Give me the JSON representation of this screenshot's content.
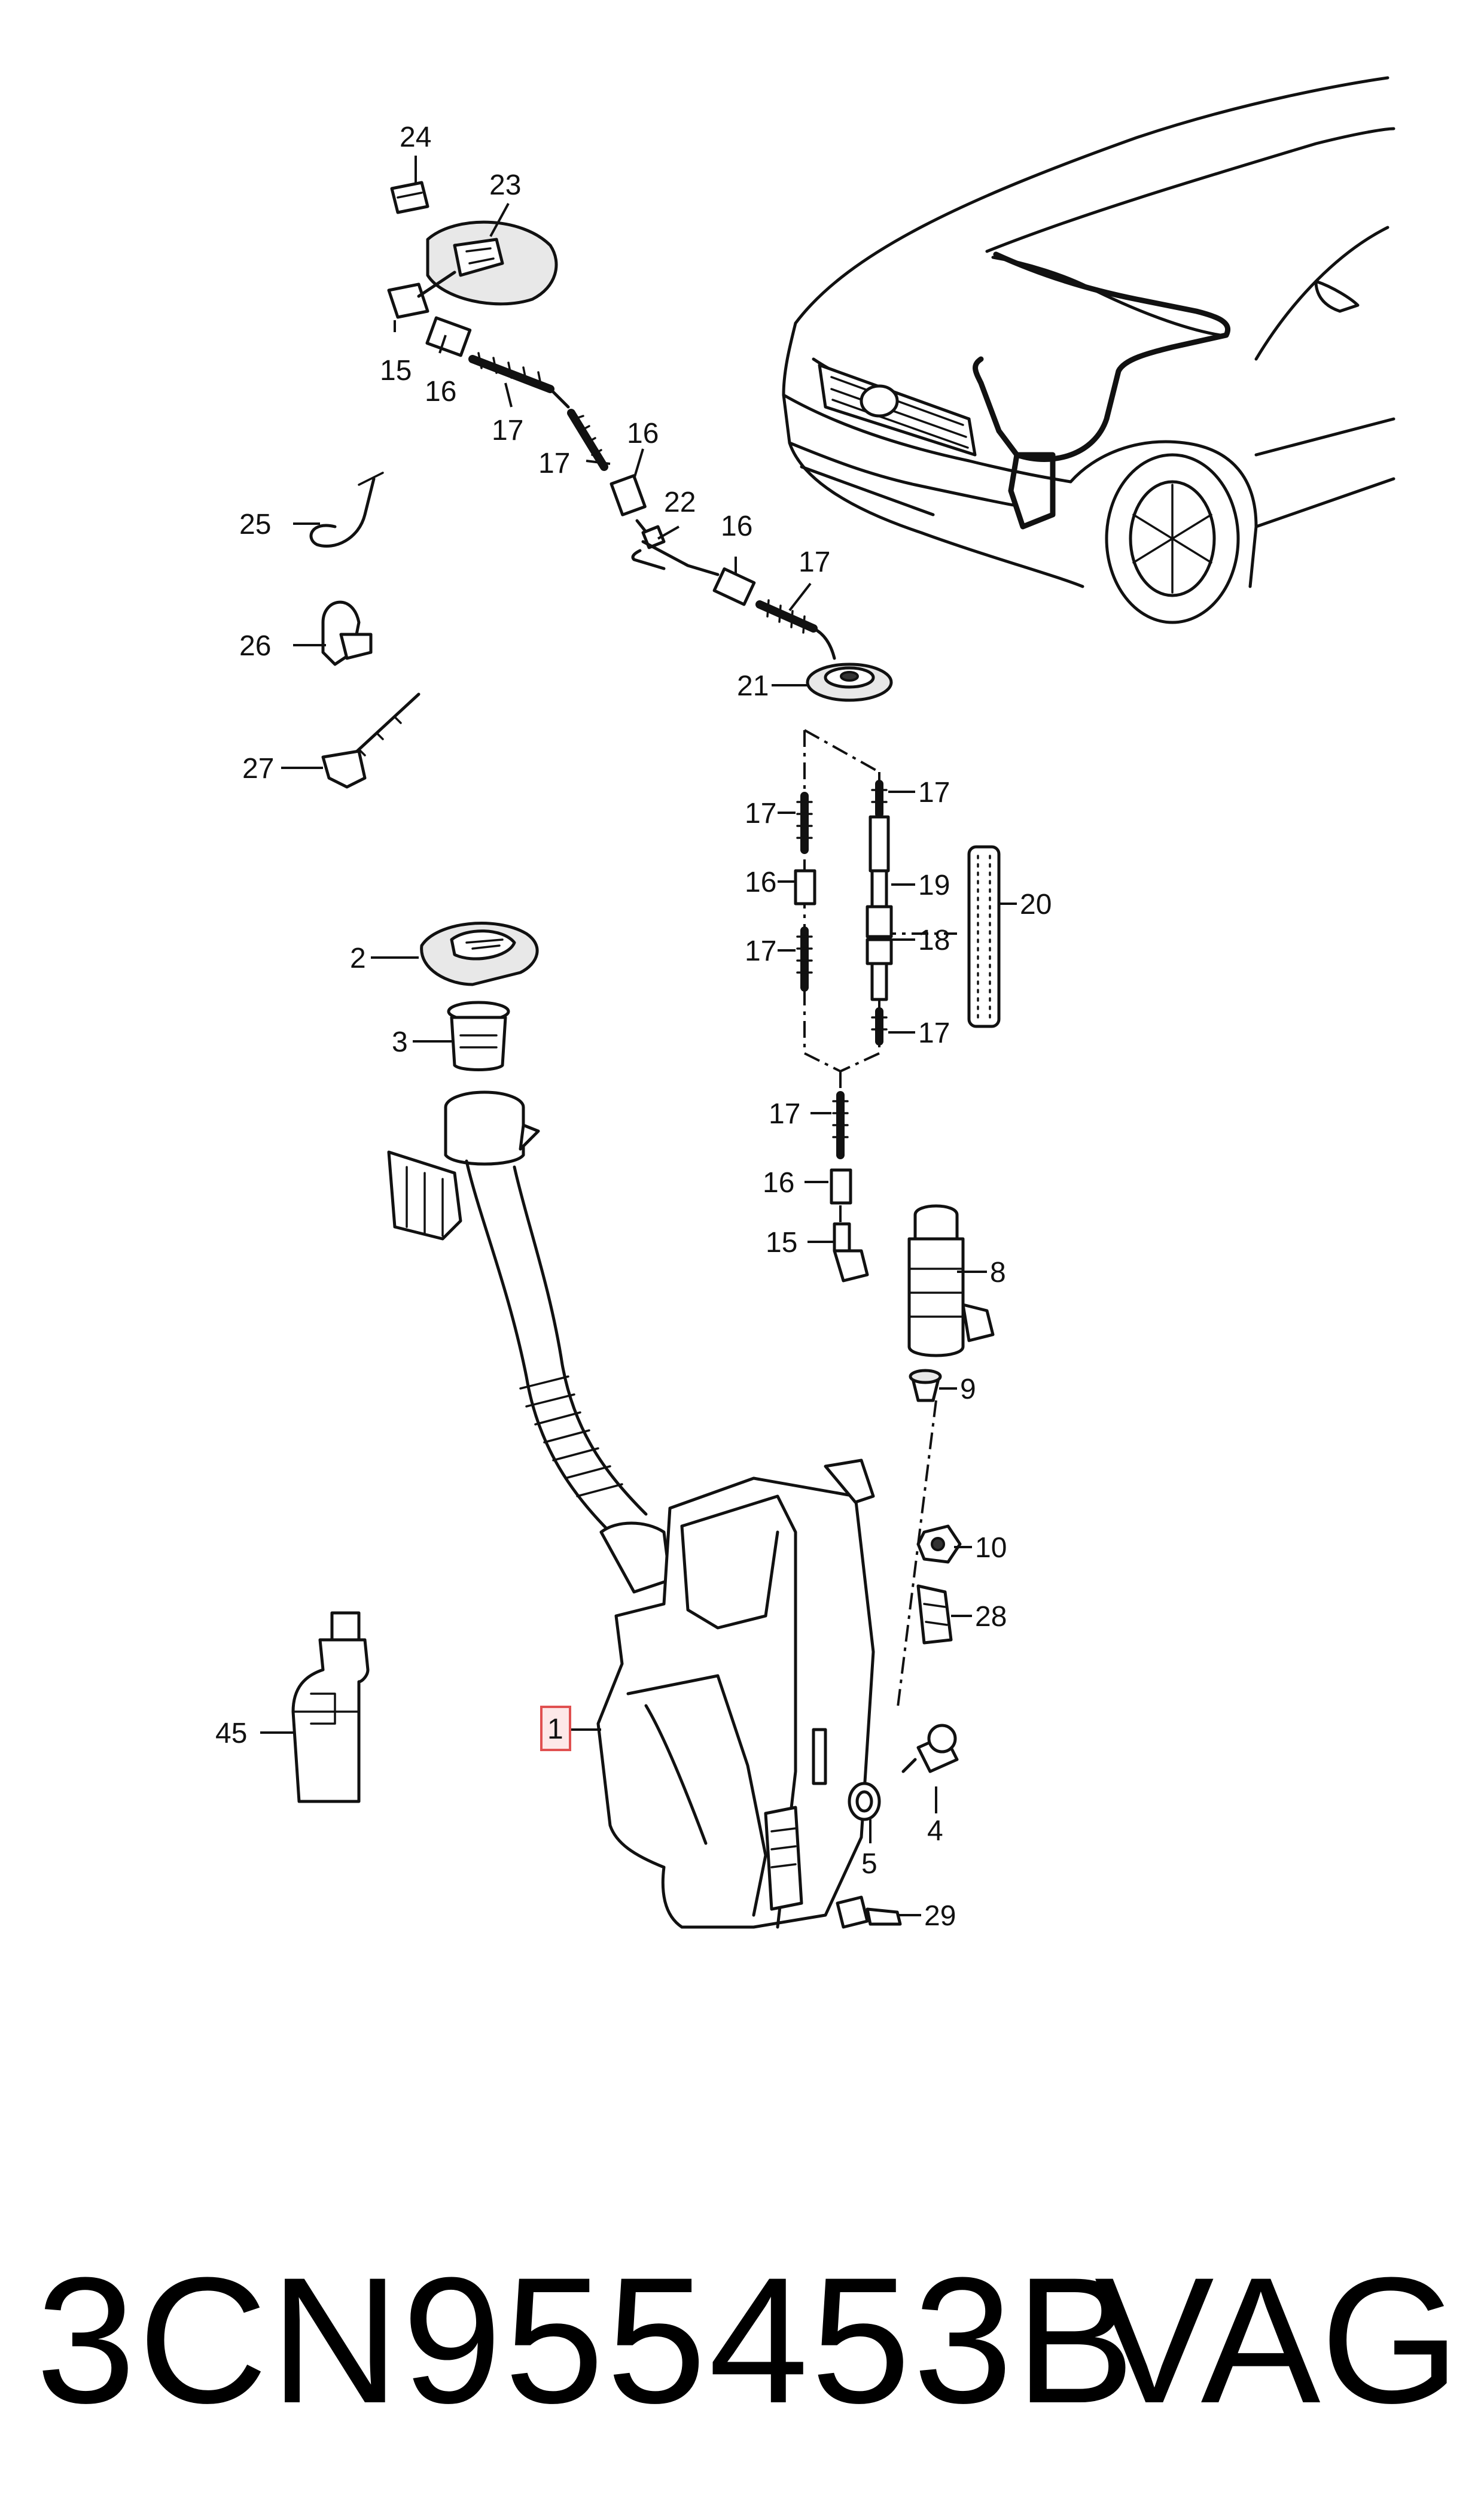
{
  "callouts": [
    {
      "num": "24"
    },
    {
      "num": "23"
    },
    {
      "num": "15"
    },
    {
      "num": "16"
    },
    {
      "num": "17"
    },
    {
      "num": "16"
    },
    {
      "num": "17"
    },
    {
      "num": "22"
    },
    {
      "num": "16"
    },
    {
      "num": "17"
    },
    {
      "num": "25"
    },
    {
      "num": "26"
    },
    {
      "num": "27"
    },
    {
      "num": "21"
    },
    {
      "num": "17"
    },
    {
      "num": "16"
    },
    {
      "num": "17"
    },
    {
      "num": "17"
    },
    {
      "num": "19"
    },
    {
      "num": "18"
    },
    {
      "num": "17"
    },
    {
      "num": "20"
    },
    {
      "num": "2"
    },
    {
      "num": "3"
    },
    {
      "num": "17"
    },
    {
      "num": "16"
    },
    {
      "num": "15"
    },
    {
      "num": "8"
    },
    {
      "num": "9"
    },
    {
      "num": "10"
    },
    {
      "num": "28"
    },
    {
      "num": "1"
    },
    {
      "num": "45"
    },
    {
      "num": "4"
    },
    {
      "num": "5"
    },
    {
      "num": "29"
    }
  ],
  "footer": {
    "part_number": "3CN955453B",
    "brand": "VAG"
  },
  "colors": {
    "line": "#111111",
    "highlight_box": "#e05050"
  }
}
